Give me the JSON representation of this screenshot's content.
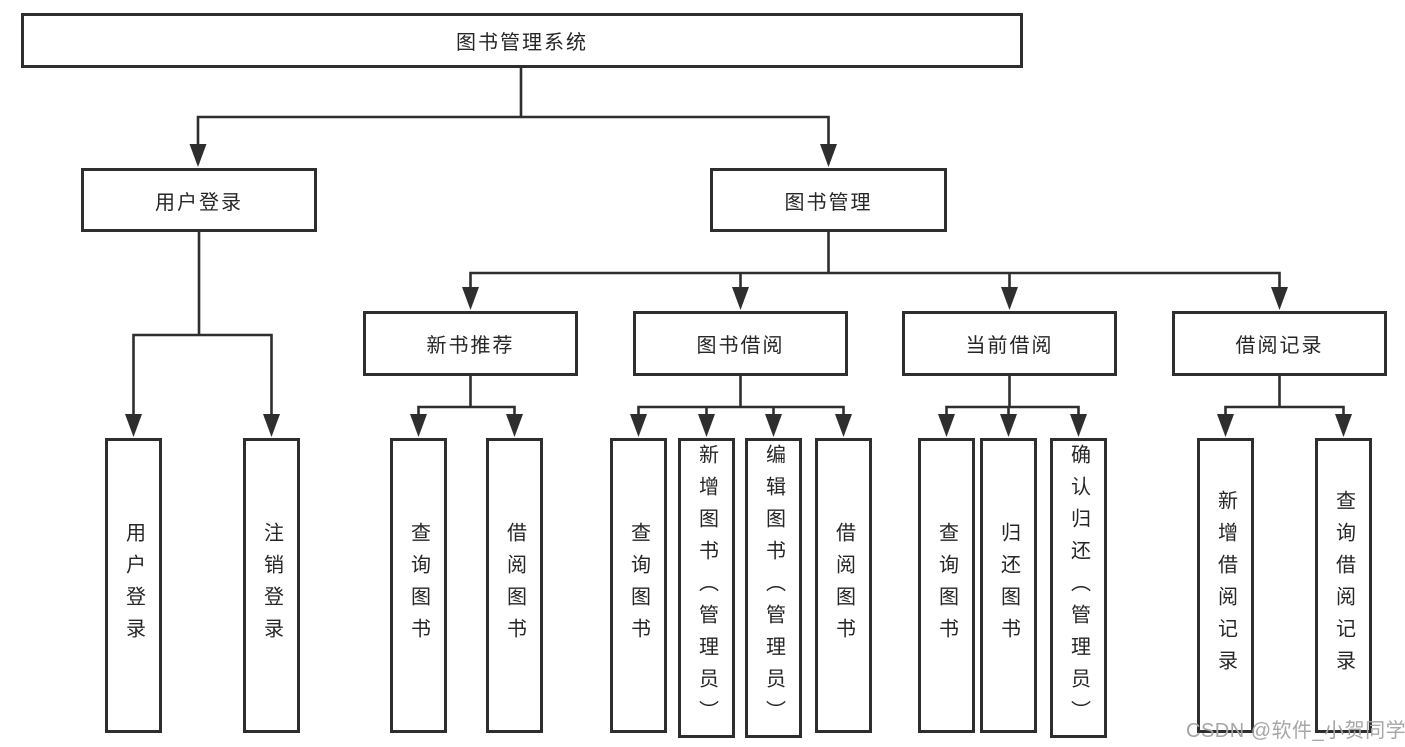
{
  "nodes": {
    "root": "图书管理系统",
    "user_login": "用户登录",
    "book_management": "图书管理",
    "new_book_recommend": "新书推荐",
    "book_borrow": "图书借阅",
    "current_borrow": "当前借阅",
    "borrow_records": "借阅记录",
    "leaf_user_login": "用户登录",
    "leaf_logout": "注销登录",
    "leaf_query_books_recommend": "查询图书",
    "leaf_borrow_books_recommend": "借阅图书",
    "leaf_query_books_borrow": "查询图书",
    "leaf_add_books_admin": "新增图书（管理员）",
    "leaf_edit_books_admin": "编辑图书（管理员）",
    "leaf_borrow_books_borrow": "借阅图书",
    "leaf_query_books_current": "查询图书",
    "leaf_return_books": "归还图书",
    "leaf_confirm_return_admin": "确认归还（管理员）",
    "leaf_add_borrow_record": "新增借阅记录",
    "leaf_query_borrow_record": "查询借阅记录"
  },
  "hierarchy": {
    "图书管理系统": {
      "用户登录": [
        "用户登录",
        "注销登录"
      ],
      "图书管理": {
        "新书推荐": [
          "查询图书",
          "借阅图书"
        ],
        "图书借阅": [
          "查询图书",
          "新增图书（管理员）",
          "编辑图书（管理员）",
          "借阅图书"
        ],
        "当前借阅": [
          "查询图书",
          "归还图书",
          "确认归还（管理员）"
        ],
        "借阅记录": [
          "新增借阅记录",
          "查询借阅记录"
        ]
      }
    }
  },
  "watermark": "CSDN @软件_小贺同学",
  "colors": {
    "line": "#2e2e2e",
    "text": "#262626",
    "watermark": "#a6a6a6",
    "background": "#ffffff"
  }
}
